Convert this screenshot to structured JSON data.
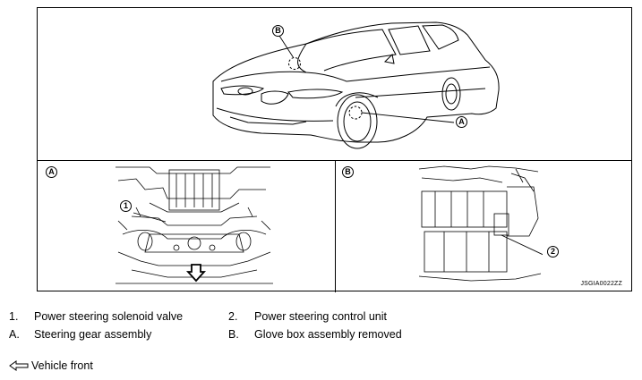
{
  "labels": {
    "A": "A",
    "B": "B",
    "one": "1",
    "two": "2"
  },
  "figure_code": "JSGIA0022ZZ",
  "legend": [
    {
      "key": "1.",
      "text": "Power steering solenoid valve"
    },
    {
      "key": "2.",
      "text": "Power steering control unit"
    },
    {
      "key": "A.",
      "text": "Steering gear assembly"
    },
    {
      "key": "B.",
      "text": "Glove box assembly removed"
    }
  ],
  "front_note": "Vehicle front",
  "icons": {
    "front_arrow": "arrow-left-outline-icon"
  }
}
